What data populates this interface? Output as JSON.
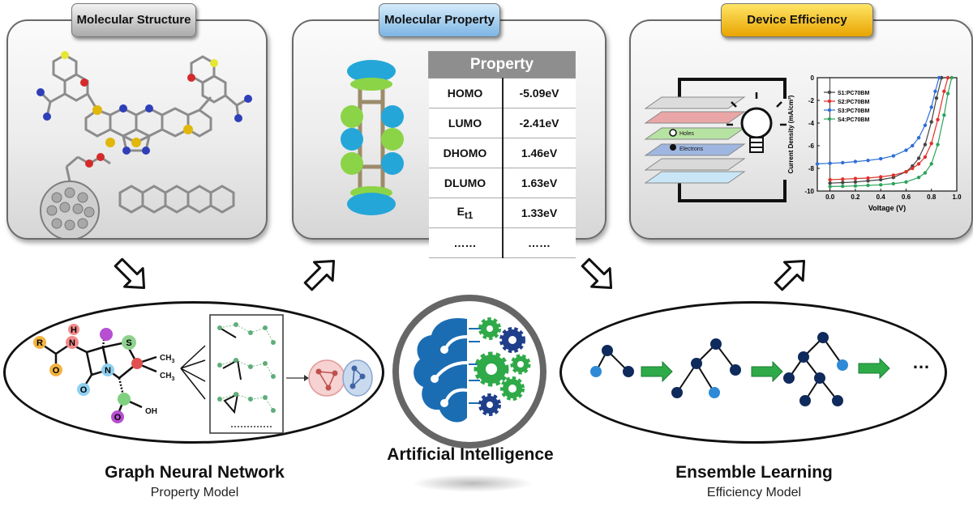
{
  "panels": {
    "structure": {
      "tag": "Molecular Structure"
    },
    "property": {
      "tag": "Molecular Property",
      "table_header": "Property",
      "rows": [
        {
          "key": "HOMO",
          "value": "-5.09eV"
        },
        {
          "key": "LUMO",
          "value": "-2.41eV"
        },
        {
          "key": "DHOMO",
          "value": "1.46eV"
        },
        {
          "key": "DLUMO",
          "value": "1.63eV"
        },
        {
          "key": "E",
          "sub": "t1",
          "value": "1.33eV"
        },
        {
          "key": "……",
          "value": "……"
        }
      ]
    },
    "efficiency": {
      "tag": "Device Efficiency",
      "device_labels": {
        "holes": "Holes",
        "electrons": "Electrons"
      }
    }
  },
  "chart_data": {
    "type": "line",
    "xlabel": "Voltage (V)",
    "ylabel": "Current Density (mA/cm²)",
    "xlim": [
      -0.1,
      1.0
    ],
    "ylim": [
      -10,
      0
    ],
    "xticks": [
      "0.0",
      "0.2",
      "0.4",
      "0.6",
      "0.8",
      "1.0"
    ],
    "yticks": [
      "0",
      "-2",
      "-4",
      "-6",
      "-8",
      "-10"
    ],
    "legend_position": "top-left",
    "series": [
      {
        "name": "S1:PC70BM",
        "color": "#444444",
        "x": [
          0.0,
          0.1,
          0.2,
          0.3,
          0.4,
          0.5,
          0.6,
          0.65,
          0.7,
          0.75,
          0.8,
          0.84,
          0.88
        ],
        "y": [
          -9.3,
          -9.25,
          -9.2,
          -9.1,
          -9.0,
          -8.8,
          -8.3,
          -7.8,
          -7.1,
          -5.9,
          -3.9,
          -1.8,
          0
        ]
      },
      {
        "name": "S2:PC70BM",
        "color": "#e0302a",
        "x": [
          0.0,
          0.1,
          0.2,
          0.3,
          0.4,
          0.5,
          0.6,
          0.65,
          0.7,
          0.75,
          0.8,
          0.85,
          0.9,
          0.93
        ],
        "y": [
          -9.0,
          -8.95,
          -8.9,
          -8.85,
          -8.75,
          -8.6,
          -8.3,
          -8.0,
          -7.6,
          -7.0,
          -5.8,
          -3.7,
          -1.2,
          0
        ]
      },
      {
        "name": "S3:PC70BM",
        "color": "#2d6fd6",
        "x": [
          -0.1,
          0.0,
          0.1,
          0.2,
          0.3,
          0.4,
          0.5,
          0.6,
          0.65,
          0.7,
          0.75,
          0.8,
          0.83,
          0.86
        ],
        "y": [
          -7.6,
          -7.55,
          -7.5,
          -7.4,
          -7.3,
          -7.15,
          -6.9,
          -6.4,
          -6.0,
          -5.3,
          -4.2,
          -2.6,
          -1.2,
          0
        ]
      },
      {
        "name": "S4:PC70BM",
        "color": "#2aa45a",
        "x": [
          0.0,
          0.1,
          0.2,
          0.3,
          0.4,
          0.5,
          0.6,
          0.7,
          0.75,
          0.8,
          0.85,
          0.9,
          0.93,
          0.96
        ],
        "y": [
          -9.6,
          -9.58,
          -9.55,
          -9.5,
          -9.45,
          -9.35,
          -9.2,
          -8.8,
          -8.4,
          -7.6,
          -5.9,
          -3.3,
          -1.4,
          0
        ]
      }
    ]
  },
  "bottom": {
    "gnn": {
      "title": "Graph Neural Network",
      "subtitle": "Property Model",
      "atoms": {
        "r": "R",
        "o1": "O",
        "n1": "N",
        "h": "H",
        "s": "S",
        "n2": "N",
        "o2": "O",
        "ch3a": "CH",
        "ch3b": "CH",
        "sub3": "3",
        "o3": "O",
        "oh": "OH"
      }
    },
    "ai": {
      "title": "Artificial Intelligence"
    },
    "ensemble": {
      "title": "Ensemble Learning",
      "subtitle": "Efficiency Model",
      "ellipsis": "…"
    }
  }
}
